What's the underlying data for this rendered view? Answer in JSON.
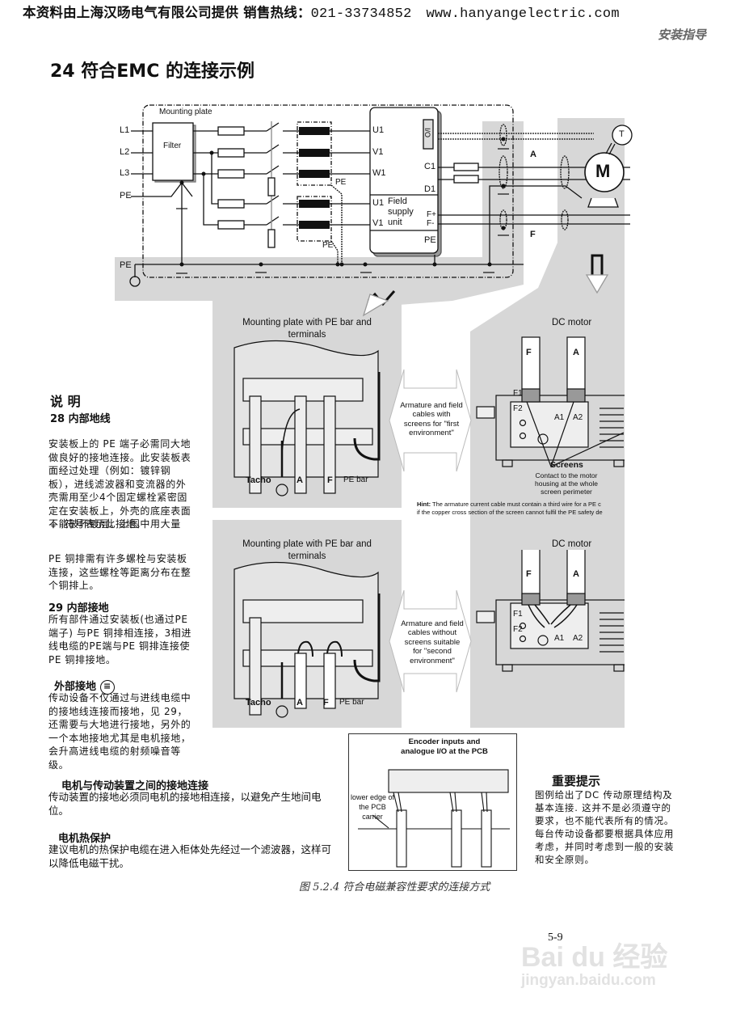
{
  "header": {
    "company_line": "本资料由上海汉旸电气有限公司提供 销售热线：",
    "phone": "021-33734852",
    "website": "www.hanyangelectric.com",
    "section": "安装指导"
  },
  "page_title": "24 符合EMC 的连接示例",
  "circuit": {
    "mounting_plate_label": "Mounting plate",
    "filter_label": "Filter",
    "lines": [
      "L1",
      "L2",
      "L3",
      "PE"
    ],
    "pe_labels": [
      "PE",
      "PE",
      "PE"
    ],
    "drive_terminals_armature": [
      "U1",
      "V1",
      "W1"
    ],
    "io_label": "I/O",
    "dc_terminals": [
      "C1",
      "D1"
    ],
    "field_terminals": [
      "U1",
      "V1"
    ],
    "field_supply_label": "Field supply unit",
    "field_outputs": [
      "F+",
      "F-"
    ],
    "drive_pe": "PE",
    "cable_labels": [
      "A",
      "F"
    ],
    "motor_label": "M",
    "tacho_label": "T"
  },
  "panel_first": {
    "plate_title": "Mounting plate with PE bar and terminals",
    "cable_labels": [
      "Tacho",
      "A",
      "F"
    ],
    "pe_bar_label": "PE bar",
    "arrow_text": "Armature and field cables with screens for \"first environment\"",
    "motor_title": "DC motor",
    "motor_cables": [
      "F",
      "A"
    ],
    "motor_terminals": [
      "F1",
      "F2",
      "A1",
      "A2"
    ],
    "screens_title": "Screens",
    "screens_text": "Contact to the motor housing at the whole screen perimeter",
    "hint_label": "Hint:",
    "hint_text_1": "The armature current cable must contain a third wire for a PE c",
    "hint_text_2": "if the copper cross section of the screen cannot fulfil the PE safety de"
  },
  "panel_second": {
    "plate_title": "Mounting plate with PE bar and terminals",
    "cable_labels": [
      "Tacho",
      "A",
      "F"
    ],
    "pe_bar_label": "PE bar",
    "arrow_text": "Armature and field cables without screens suitable for \"second environment\"",
    "motor_title": "DC motor",
    "motor_cables": [
      "F",
      "A"
    ],
    "motor_terminals": [
      "F1",
      "F2",
      "A1",
      "A2"
    ]
  },
  "encoder": {
    "title": "Encoder inputs and analogue I/O at the PCB",
    "edge_label": "lower edge of the PCB carrier"
  },
  "notes": {
    "heading": "说 明",
    "s28_title": "28   内部地线",
    "s28_text": "安装板上的 PE 端子必需同大地做良好的接地连接。此安装板表面经过处理（例如：镀锌钢板），进线滤波器和变流器的外壳需用至少4个固定螺栓紧密固定在安装板上，外壳的底座表面不能破坏镀层。上图中用大量",
    "s28_symbol_text": "符号表示此接地。",
    "pe_bar_text": "PE 铜排需有许多螺栓与安装板连接，这些螺栓等距离分布在整个铜排上。",
    "s29_title": "29  内部接地",
    "s29_text": "所有部件通过安装板(也通过PE端子) 与PE 铜排相连接，3相进线电缆的PE端与PE 铜排连接使PE 铜排接地。",
    "ext_title": "外部接地",
    "ext_text": "传动设备不仅通过与进线电缆中的接地线连接而接地，见 29，还需要与大地进行接地，另外的一个本地接地尤其是电机接地，会升高进线电缆的射频噪音等级。",
    "motor_gnd_title": "电机与传动装置之间的接地连接",
    "motor_gnd_text": "传动装置的接地必须同电机的接地相连接，以避免产生地间电位。",
    "thermal_title": "电机热保护",
    "thermal_text": "建议电机的热保护电缆在进入柜体处先经过一个滤波器，这样可以降低电磁干扰。",
    "important_title": "重要提示",
    "important_text": "图例给出了DC 传动原理结构及基本连接. 这并不是必须遵守的要求，也不能代表所有的情况。每台传动设备都要根据具体应用考虑，并同时考虑到一般的安装和安全原则。"
  },
  "caption": "图 5.2.4 符合电磁兼容性要求的连接方式",
  "page_number": "5-9",
  "watermark": {
    "brand": "Bai du 经验",
    "url": "jingyan.baidu.com"
  }
}
